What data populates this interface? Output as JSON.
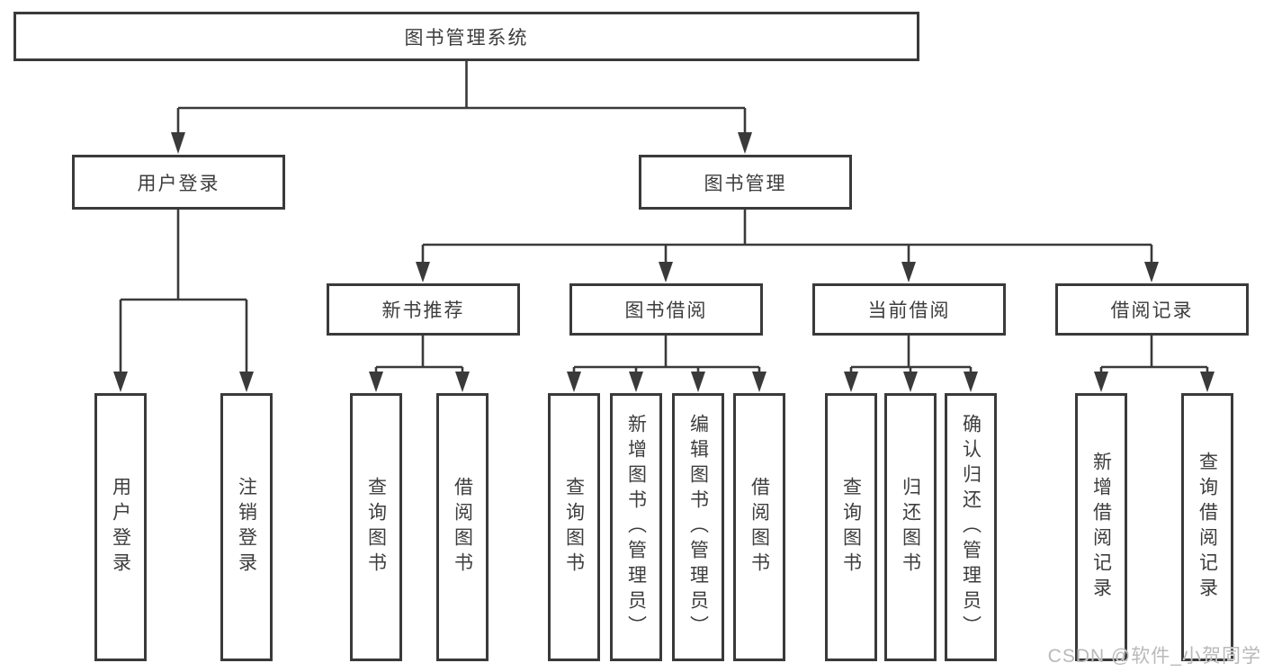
{
  "tree": {
    "root": "图书管理系统",
    "branches": [
      {
        "label": "用户登录",
        "leaves": [
          "用户登录",
          "注销登录"
        ]
      },
      {
        "label": "图书管理",
        "groups": [
          {
            "label": "新书推荐",
            "leaves": [
              "查询图书",
              "借阅图书"
            ]
          },
          {
            "label": "图书借阅",
            "leaves": [
              "查询图书",
              "新增图书（管理员）",
              "编辑图书（管理员）",
              "借阅图书"
            ]
          },
          {
            "label": "当前借阅",
            "leaves": [
              "查询图书",
              "归还图书",
              "确认归还（管理员）"
            ]
          },
          {
            "label": "借阅记录",
            "leaves": [
              "新增借阅记录",
              "查询借阅记录"
            ]
          }
        ]
      }
    ]
  },
  "watermark": "CSDN @软件_小贺同学",
  "colors": {
    "line": "#3a3a3a",
    "text": "#3d3d3d",
    "watermark": "#b9b9b9",
    "background": "#ffffff"
  }
}
